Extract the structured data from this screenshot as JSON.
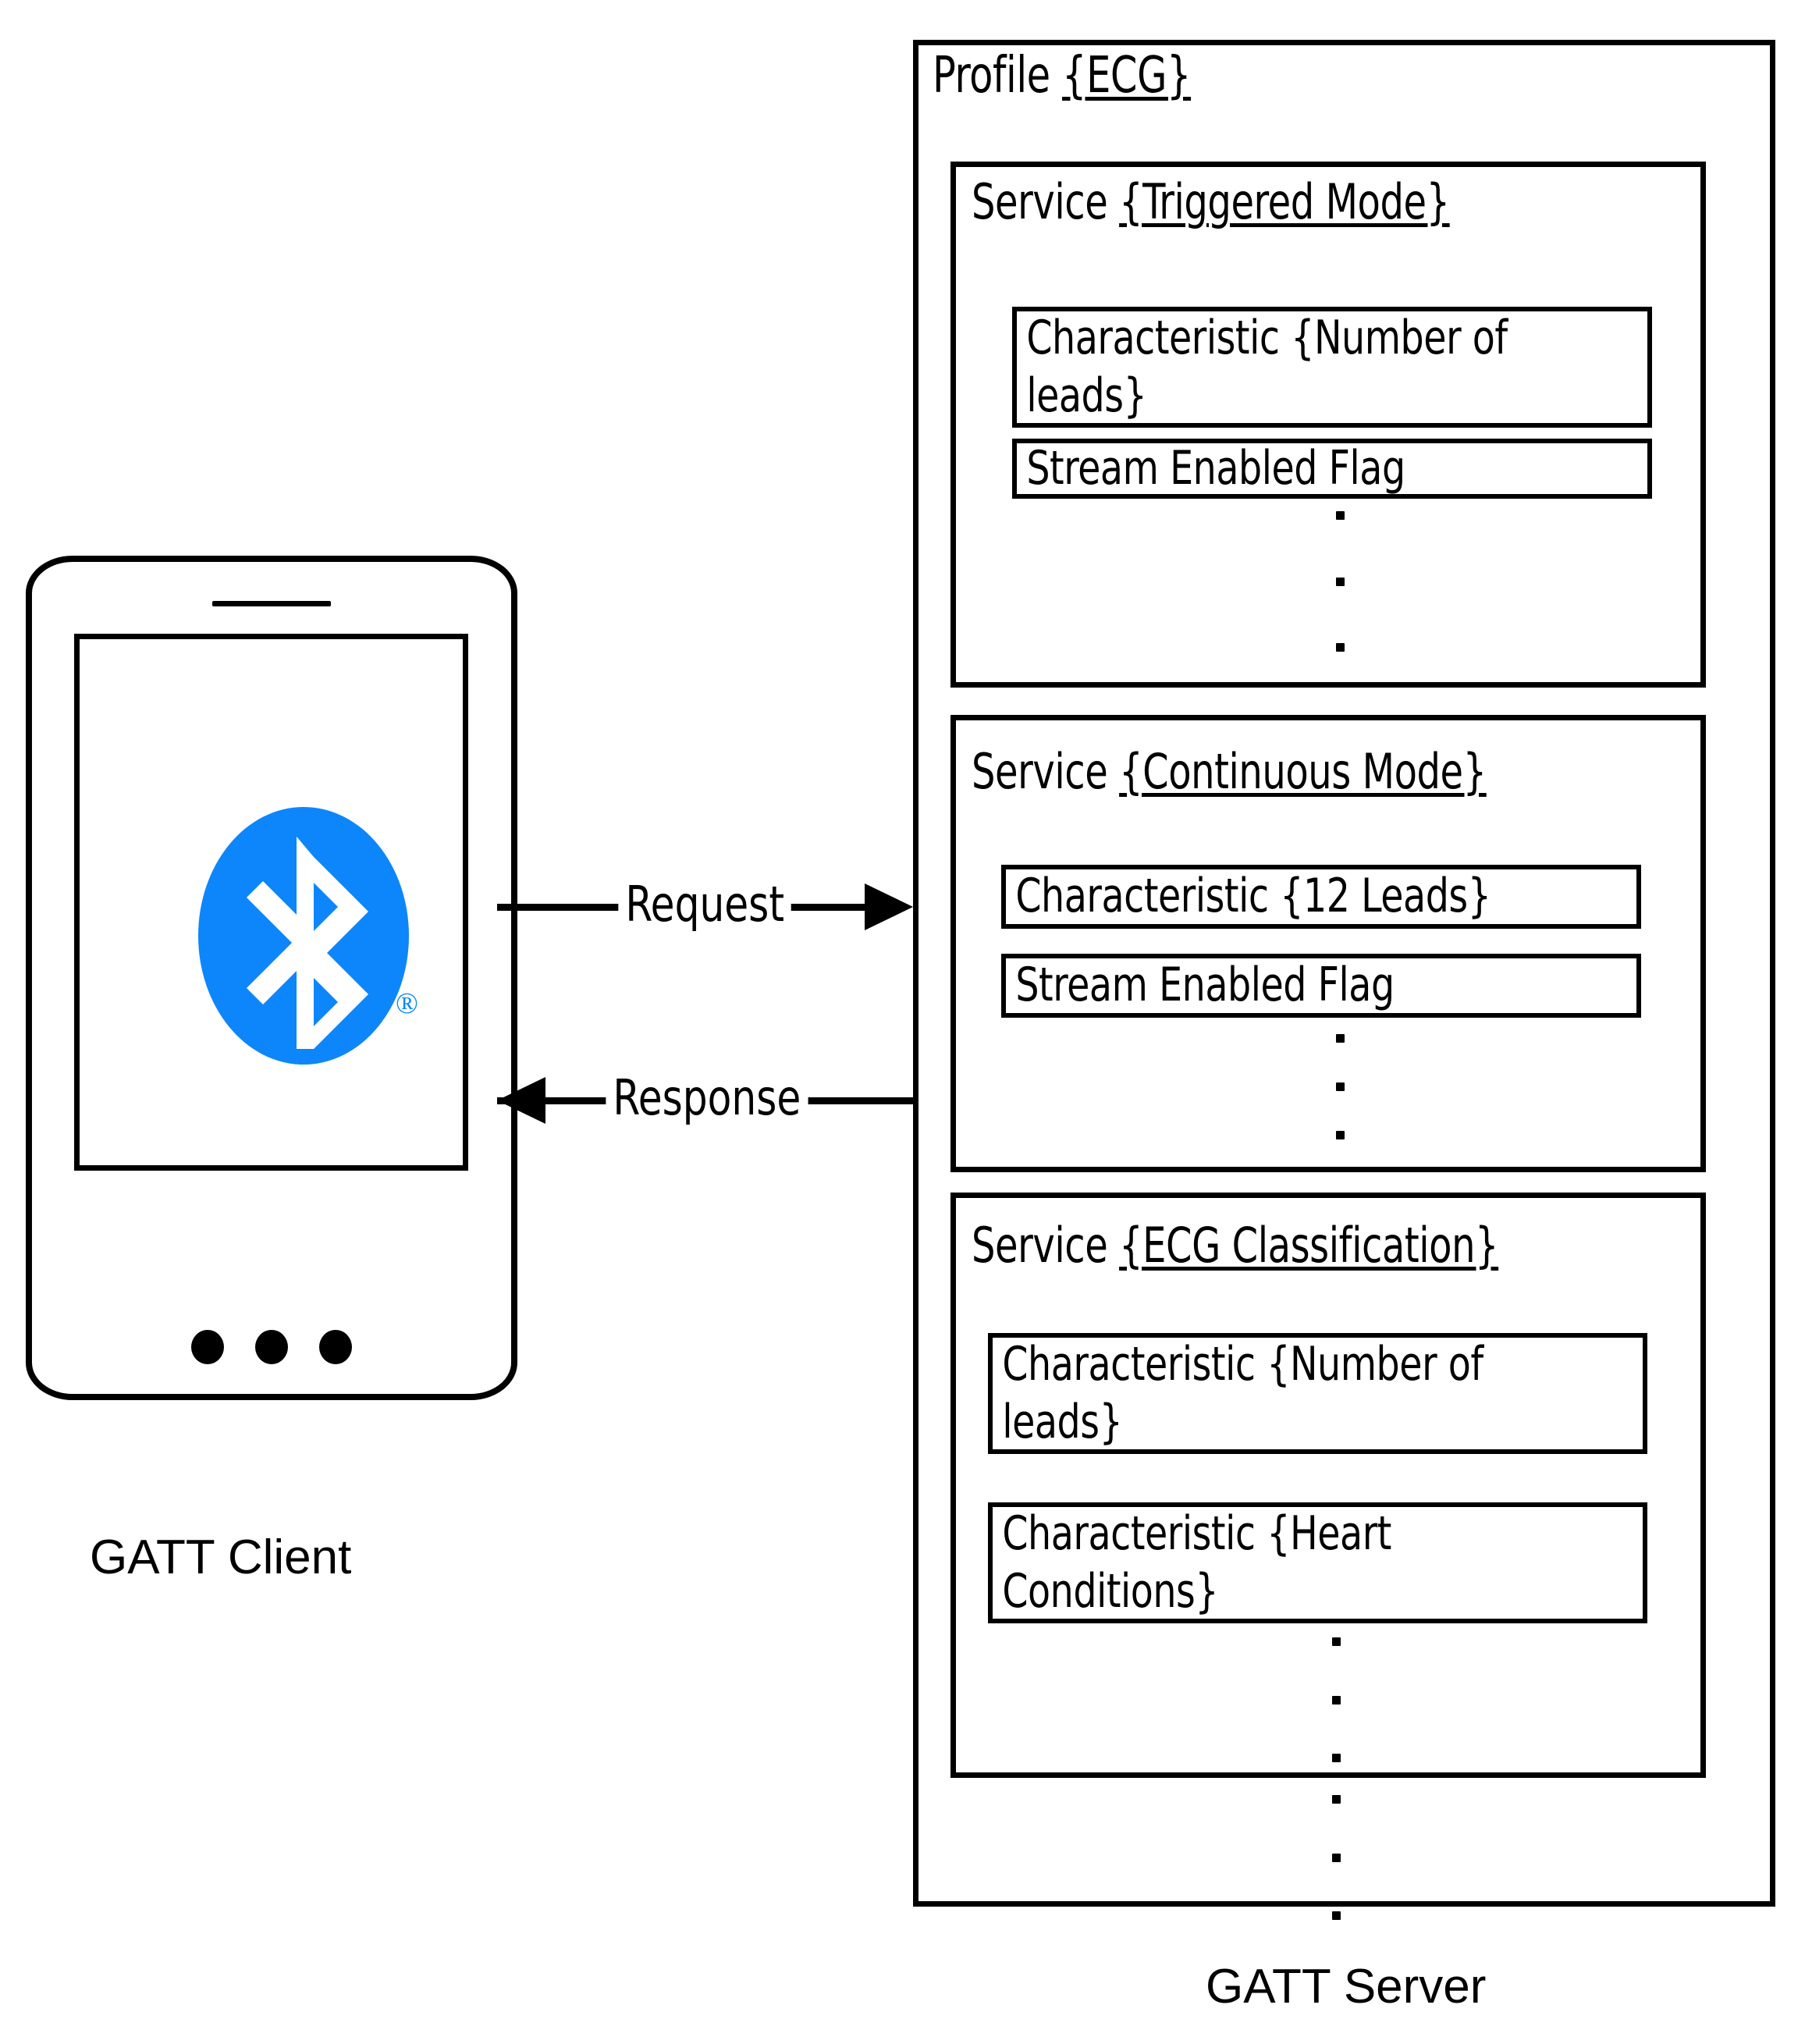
{
  "diagram": {
    "client": {
      "label": "GATT Client",
      "device_icon": "smartphone",
      "app_icon": "bluetooth-logo",
      "brand_color": "#0d86fb",
      "registered_mark": "®"
    },
    "server": {
      "label": "GATT Server",
      "profile": {
        "prefix": "Profile ",
        "name": "{ECG}",
        "services": [
          {
            "prefix": "Service ",
            "name": "{Triggered Mode}",
            "characteristics": [
              {
                "text": "Characteristic {Number of leads}"
              },
              {
                "text": "Stream Enabled Flag"
              }
            ],
            "ellipsis": "⋮"
          },
          {
            "prefix": "Service ",
            "name": "{Continuous Mode}",
            "characteristics": [
              {
                "text": "Characteristic {12 Leads}"
              },
              {
                "text": "Stream Enabled Flag"
              }
            ],
            "ellipsis": "⋮"
          },
          {
            "prefix": "Service ",
            "name": "{ECG Classification}",
            "characteristics": [
              {
                "text": "Characteristic {Number of leads}"
              },
              {
                "text": "Characteristic {Heart Conditions}"
              }
            ],
            "ellipsis": "⋮"
          }
        ],
        "ellipsis": "⋮"
      }
    },
    "arrows": [
      {
        "label": "Request",
        "direction": "client-to-server"
      },
      {
        "label": "Response",
        "direction": "server-to-client"
      }
    ]
  }
}
